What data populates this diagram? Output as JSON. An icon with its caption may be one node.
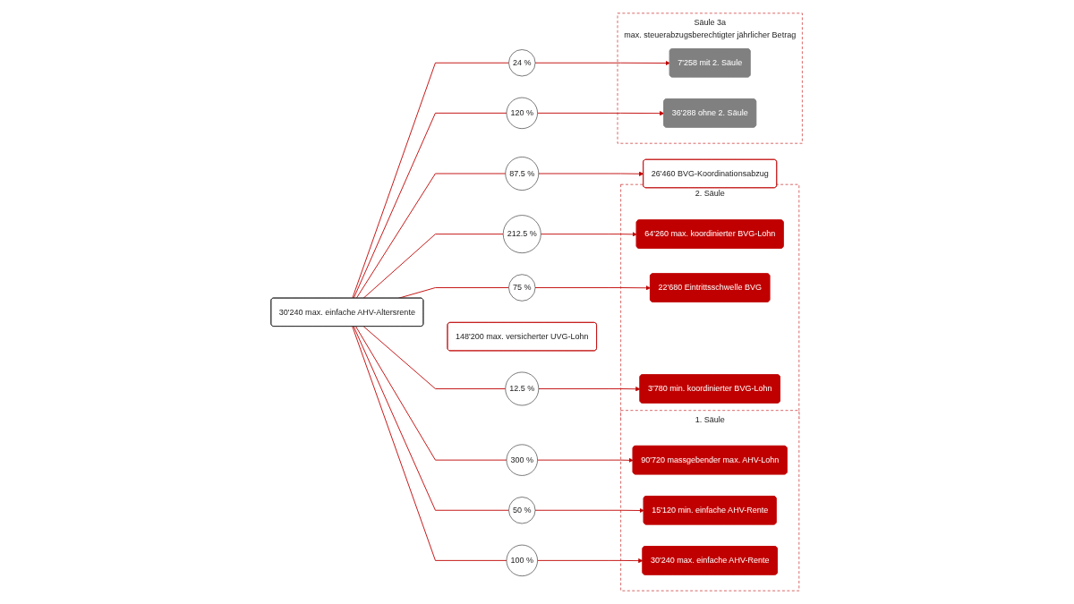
{
  "diagram": {
    "nodes": [
      {
        "text": [
          "1. Säule"
        ]
      },
      {
        "text": [
          "90'720 massgebender max. AHV-Lohn"
        ],
        "in": 0
      },
      {
        "text": [
          "15'120 min. einfache AHV-Rente"
        ],
        "in": 0
      },
      {
        "text": [
          "30'240 max. einfache AHV-Rente"
        ],
        "in": 0
      },
      {
        "text": [
          "300 %"
        ]
      },
      {
        "text": [
          "50 %"
        ]
      },
      {
        "text": [
          "100 %"
        ]
      },
      {
        "text": [
          "24 %"
        ]
      },
      {
        "text": [
          "26'460 BVG-Koordinationsabzug"
        ]
      },
      {
        "text": [
          "87.5 %"
        ]
      },
      {
        "text": [
          "30'240 max. einfache AHV-Altersrente"
        ]
      },
      {
        "text": [
          "148'200 max. versicherter UVG-Lohn"
        ]
      },
      {
        "text": [
          "212.5 %"
        ]
      },
      {
        "text": [
          "75 %"
        ]
      },
      {
        "text": [
          "12.5 %"
        ]
      },
      {
        "text": [
          "120 %"
        ]
      },
      {
        "text": [
          "2. Säule"
        ]
      },
      {
        "text": [
          "64'260 max. koordinierter BVG-Lohn"
        ],
        "in": 16
      },
      {
        "text": [
          "22'680 Eintrittsschwelle BVG"
        ],
        "in": 16
      },
      {
        "text": [
          "3'780 min. koordinierter BVG-Lohn"
        ],
        "in": 16
      },
      {
        "text": [
          "Säule 3a",
          "max. steuerabzugsberechtigter jährlicher Betrag"
        ]
      },
      {
        "text": [
          "7'258 mit 2. Säule"
        ],
        "in": 20
      },
      {
        "text": [
          "36'288 ohne 2. Säule"
        ],
        "in": 20
      }
    ],
    "edges": [
      {
        "from": 10,
        "to": 4,
        "arrow": "none"
      },
      {
        "from": 4,
        "to": 1,
        "arrow": "to"
      },
      {
        "from": 10,
        "to": 5,
        "arrow": "none"
      },
      {
        "from": 5,
        "to": 2,
        "arrow": "to"
      },
      {
        "from": 10,
        "to": 6,
        "arrow": "none"
      },
      {
        "from": 6,
        "to": 3,
        "arrow": "to"
      },
      {
        "from": 10,
        "to": 7,
        "arrow": "none"
      },
      {
        "from": 7,
        "to": 21,
        "arrow": "to"
      },
      {
        "from": 10,
        "to": 9,
        "arrow": "none"
      },
      {
        "from": 9,
        "to": 8,
        "arrow": "to"
      },
      {
        "from": 10,
        "to": 12,
        "arrow": "none"
      },
      {
        "from": 12,
        "to": 17,
        "arrow": "to"
      },
      {
        "from": 10,
        "to": 13,
        "arrow": "none"
      },
      {
        "from": 13,
        "to": 18,
        "arrow": "to"
      },
      {
        "from": 10,
        "to": 14,
        "arrow": "none"
      },
      {
        "from": 14,
        "to": 19,
        "arrow": "to"
      },
      {
        "from": 10,
        "to": 15,
        "arrow": "none"
      },
      {
        "from": 15,
        "to": 22,
        "arrow": "to"
      }
    ]
  }
}
